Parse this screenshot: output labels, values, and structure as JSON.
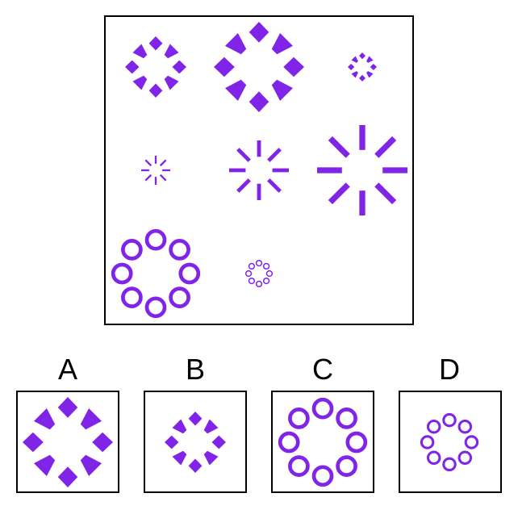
{
  "colors": {
    "shape": "#8024e8",
    "border": "#000000",
    "background": "#ffffff"
  },
  "matrix": {
    "rows": 3,
    "cols": 3,
    "cells": [
      {
        "shape": "star",
        "size": "medium"
      },
      {
        "shape": "star",
        "size": "large"
      },
      {
        "shape": "star",
        "size": "small"
      },
      {
        "shape": "burst",
        "size": "small"
      },
      {
        "shape": "burst",
        "size": "medium"
      },
      {
        "shape": "burst",
        "size": "large"
      },
      {
        "shape": "ring",
        "size": "large"
      },
      {
        "shape": "ring",
        "size": "small"
      },
      {
        "shape": "empty",
        "size": ""
      }
    ]
  },
  "options": [
    {
      "label": "A",
      "shape": "star",
      "size": "large"
    },
    {
      "label": "B",
      "shape": "star",
      "size": "medium"
    },
    {
      "label": "C",
      "shape": "ring",
      "size": "large"
    },
    {
      "label": "D",
      "shape": "ring",
      "size": "medium"
    }
  ]
}
